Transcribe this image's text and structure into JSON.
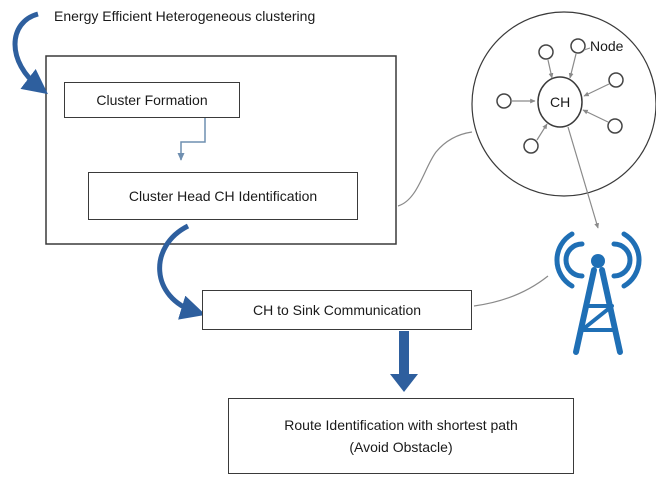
{
  "diagram": {
    "title": "Energy Efficient Heterogeneous clustering",
    "steps": {
      "cluster_formation": "Cluster Formation",
      "ch_identification": "Cluster Head CH Identification",
      "sink_communication": "CH to Sink Communication",
      "route_line1": "Route Identification with shortest path",
      "route_line2": "(Avoid Obstacle)"
    },
    "cluster_detail": {
      "center_label": "CH",
      "node_label": "Node"
    },
    "colors": {
      "arrow_blue": "#2e5f9e",
      "tower_blue": "#1f6fb5",
      "line_gray": "#8a8a8a",
      "border": "#3a3a3a"
    },
    "icons": {
      "sink": "radio-tower-icon"
    }
  }
}
